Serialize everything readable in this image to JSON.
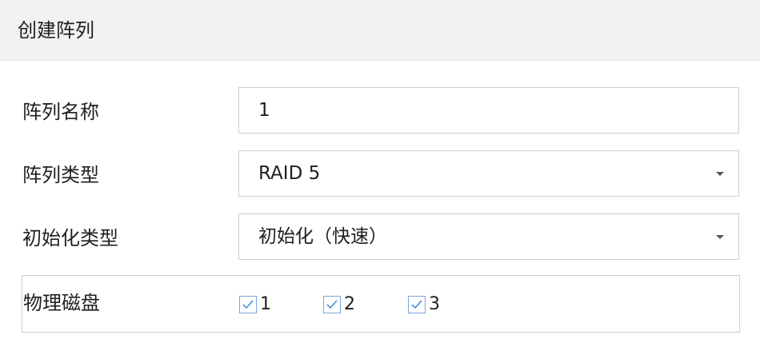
{
  "dialog": {
    "title": "创建阵列"
  },
  "form": {
    "array_name": {
      "label": "阵列名称",
      "value": "1"
    },
    "array_type": {
      "label": "阵列类型",
      "value": "RAID 5",
      "icon": "chevron-down-icon"
    },
    "init_type": {
      "label": "初始化类型",
      "value": "初始化（快速）",
      "icon": "chevron-down-icon"
    },
    "physical_disks": {
      "label": "物理磁盘",
      "items": [
        {
          "label": "1",
          "checked": true
        },
        {
          "label": "2",
          "checked": true
        },
        {
          "label": "3",
          "checked": true
        }
      ]
    }
  },
  "colors": {
    "header_bg": "#f2f2f2",
    "border": "#cfcfcf",
    "checkbox_accent": "#4a90d9"
  }
}
